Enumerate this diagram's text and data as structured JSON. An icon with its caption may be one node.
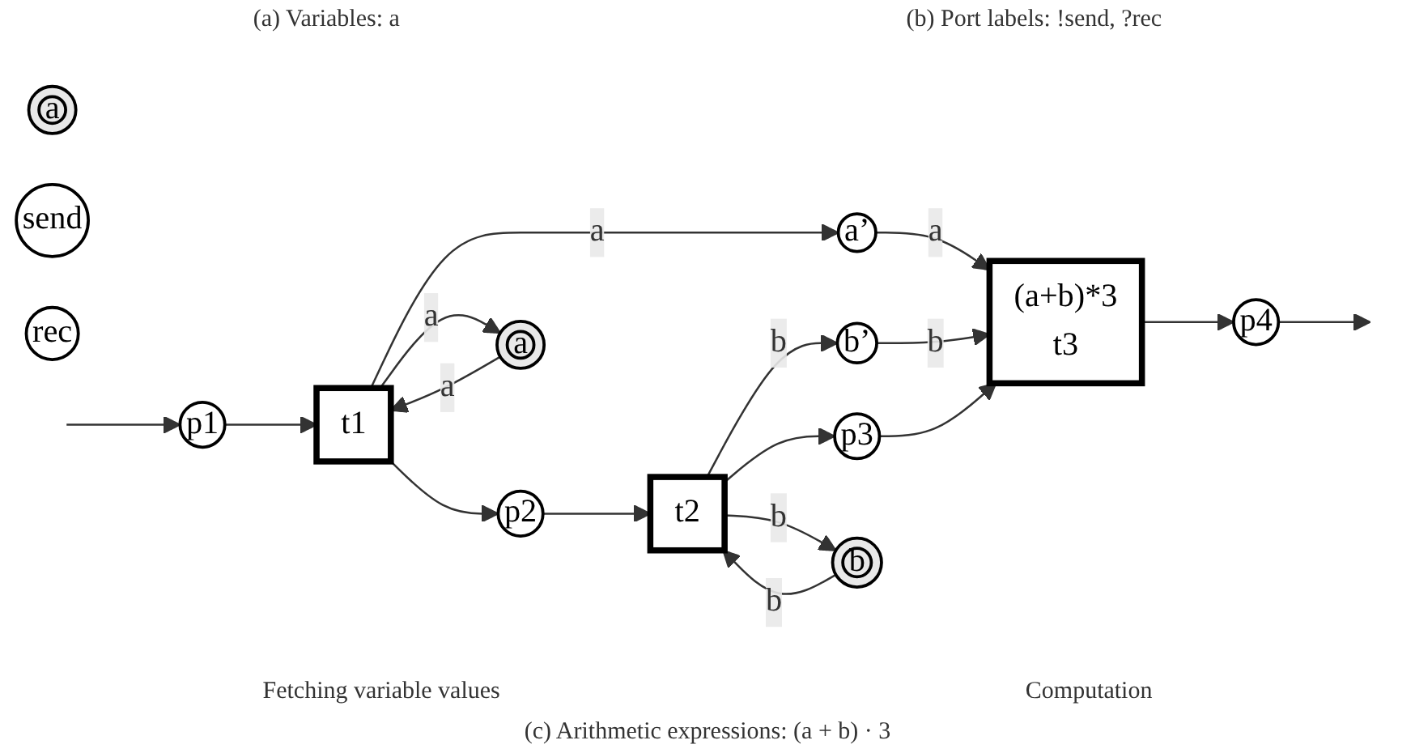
{
  "diagram": {
    "caption": "(c) Arithmetic expressions: (a + b) · 3",
    "nodes": [
      {
        "text": [
          "a"
        ]
      },
      {
        "text": [
          "send"
        ]
      },
      {
        "text": [
          "rec"
        ]
      },
      {
        "text": [
          "p1"
        ]
      },
      {
        "text": [
          "t1"
        ]
      },
      {
        "text": [
          "a’"
        ]
      },
      {
        "text": [
          "p2"
        ]
      },
      {
        "text": [
          "a"
        ]
      },
      {
        "text": [
          "t2"
        ]
      },
      {
        "text": [
          "b’"
        ]
      },
      {
        "text": [
          "p3"
        ]
      },
      {
        "text": [
          "b"
        ]
      },
      {
        "text": [
          "(a+b)*3",
          "t3"
        ]
      },
      {
        "text": [
          "p4"
        ]
      }
    ],
    "edges": [
      {
        "from": null,
        "to": 3,
        "arrow": "to"
      },
      {
        "from": 3,
        "to": 4,
        "arrow": "to"
      },
      {
        "from": 4,
        "to": 5,
        "label": "a",
        "arrow": "to"
      },
      {
        "from": 4,
        "to": 6,
        "arrow": "to"
      },
      {
        "from": 7,
        "to": 4,
        "label": "a",
        "arrow": "to"
      },
      {
        "from": 4,
        "to": 7,
        "label": "a",
        "arrow": "to"
      },
      {
        "from": 6,
        "to": 8,
        "arrow": "to"
      },
      {
        "from": 8,
        "to": 9,
        "label": "b",
        "arrow": "to"
      },
      {
        "from": 8,
        "to": 10,
        "arrow": "to"
      },
      {
        "from": 11,
        "to": 8,
        "label": "b",
        "arrow": "to"
      },
      {
        "from": 8,
        "to": 11,
        "label": "b",
        "arrow": "to"
      },
      {
        "from": 5,
        "to": 12,
        "label": "a",
        "arrow": "to"
      },
      {
        "from": 9,
        "to": 12,
        "label": "b",
        "arrow": "to"
      },
      {
        "from": 10,
        "to": 12,
        "arrow": "to"
      },
      {
        "from": 12,
        "to": 13,
        "arrow": "to"
      },
      {
        "from": 13,
        "to": null,
        "arrow": "to"
      }
    ],
    "labels": [
      "(a) Variables: a",
      "(b) Port labels: !send, ?rec",
      "Fetching variable values",
      "Computation"
    ]
  }
}
